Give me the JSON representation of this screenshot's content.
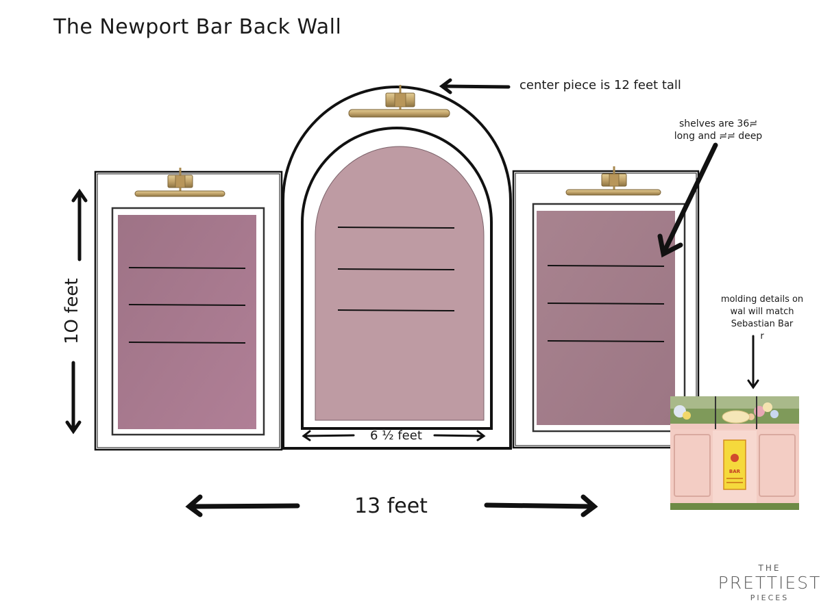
{
  "title": "The Newport Bar Back Wall",
  "notes": {
    "center_height": "center piece is 12 feet tall",
    "shelves_line1": "shelves are 36≓",
    "shelves_line2": "long and ≓≓ deep",
    "molding_line1": "molding details on",
    "molding_line2": "wal will match",
    "molding_line3": "Sebastian Bar",
    "molding_line4": "r"
  },
  "dimensions": {
    "height": "1O feet",
    "center_width": "6 ½ feet",
    "total_width": "13 feet"
  },
  "reference_photo": {
    "sign_text": "BAR"
  },
  "brand": {
    "top": "THE",
    "main": "PRETTIEST",
    "bottom": "PIECES"
  },
  "colors": {
    "side_panel_fill": "#a87a92",
    "center_panel_fill": "#be9ba3",
    "brass": "#c2a46a",
    "frame_stroke": "#111111",
    "shelf_line": "#111111"
  }
}
